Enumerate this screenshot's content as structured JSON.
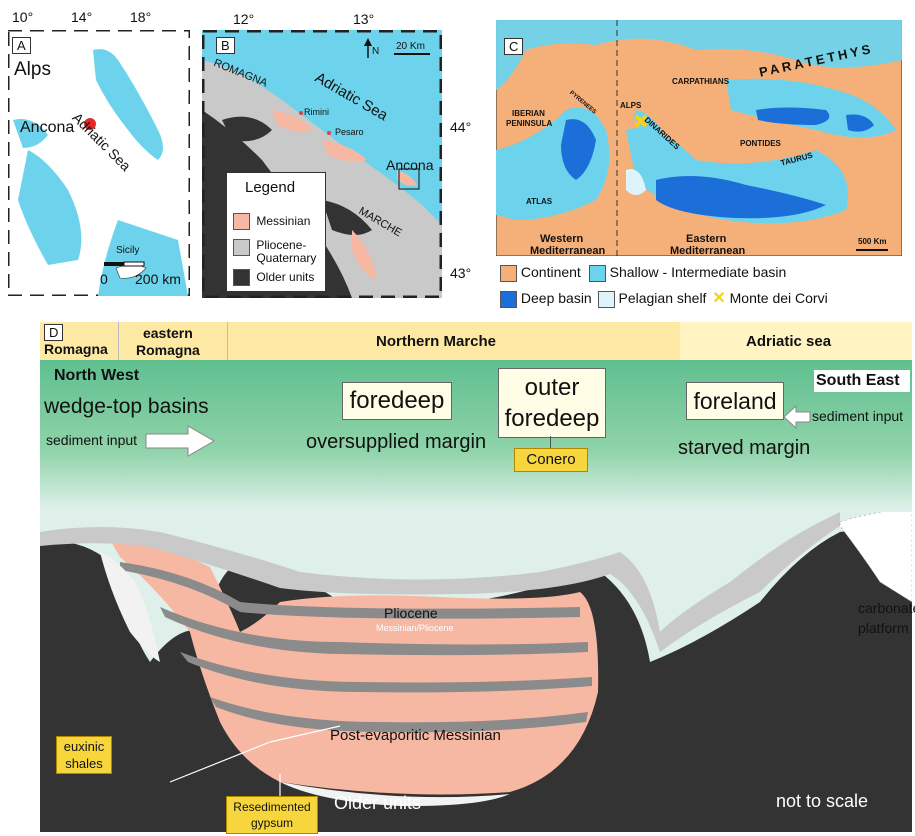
{
  "panel_a": {
    "tag": "A",
    "lon_ticks": [
      "10°",
      "14°",
      "18°"
    ],
    "alps": "Alps",
    "ancona": "Ancona",
    "adriatic": "Adriatic Sea",
    "sicily": "Sicily",
    "scale_0": "0",
    "scale_km": "200 km",
    "colors": {
      "sea": "#6dd3ec",
      "land": "#ffffff",
      "marker": "#e12a2a"
    }
  },
  "panel_b": {
    "tag": "B",
    "lon_ticks": [
      "12°",
      "13°"
    ],
    "lat_ticks": [
      "44°",
      "43°"
    ],
    "north": "N",
    "scale": "20 Km",
    "romagna": "ROMAGNA",
    "adriatic": "Adriatic Sea",
    "rimini": "Rimini",
    "pesaro": "Pesaro",
    "ancona": "Ancona",
    "marche": "MARCHE",
    "legend_title": "Legend",
    "legend_items": [
      {
        "label": "Messinian",
        "color": "#f7b8a3"
      },
      {
        "label": "Pliocene-\nQuaternary",
        "color": "#c9c9c9"
      },
      {
        "label": "Older units",
        "color": "#333333"
      }
    ]
  },
  "panel_c": {
    "tag": "C",
    "labels": {
      "iberian1": "IBERIAN",
      "iberian2": "PENINSULA",
      "pyrenees": "PYRENEES",
      "alps": "ALPS",
      "carpathians": "CARPATHIANS",
      "paratethys": "PARATETHYS",
      "dinarides": "DINARIDES",
      "pontides": "PONTIDES",
      "taurus": "TAURUS",
      "atlas": "ATLAS",
      "western1": "Western",
      "western2": "Mediterranean",
      "eastern1": "Eastern",
      "eastern2": "Mediterranean",
      "scale": "500 Km"
    },
    "legend": [
      {
        "label": "Continent",
        "color": "#f5b07a"
      },
      {
        "label": "Shallow - Intermediate basin",
        "color": "#6dd3ec"
      },
      {
        "label": "Deep basin",
        "color": "#1c6fd8"
      },
      {
        "label": "Pelagian shelf",
        "color": "#dff4fa"
      },
      {
        "label": "Monte dei Corvi",
        "color": "#f3d21a"
      }
    ]
  },
  "panel_d": {
    "tag": "D",
    "regions": [
      "Romagna",
      "eastern\nRomagna",
      "Northern Marche",
      "Adriatic sea"
    ],
    "north_west": "North West",
    "south_east": "South East",
    "wedge_top": "wedge-top basins",
    "sed_input_left": "sediment input",
    "sed_input_right": "sediment input",
    "foredeep": "foredeep",
    "oversupplied": "oversupplied margin",
    "outer_foredeep": "outer\nforedeep",
    "conero": "Conero",
    "foreland": "foreland",
    "starved": "starved margin",
    "pliocene": "Pliocene",
    "messinian_pliocene": "Messinian/Pliocene",
    "post_evaporitic": "Post-evaporitic Messinian",
    "carbonate": "carbonate\nplatform",
    "euxinic": "euxinic\nshales",
    "resedimented": "Resedimented\ngypsum",
    "older_units": "Older units",
    "not_to_scale": "not to scale",
    "colors": {
      "messinian": "#f7b8a3",
      "pliocene": "#c9c9c9",
      "older": "#333333",
      "water": "#dff0ea",
      "band_green": "#5fbf8f",
      "band_yellow": "#fde9a4"
    }
  }
}
